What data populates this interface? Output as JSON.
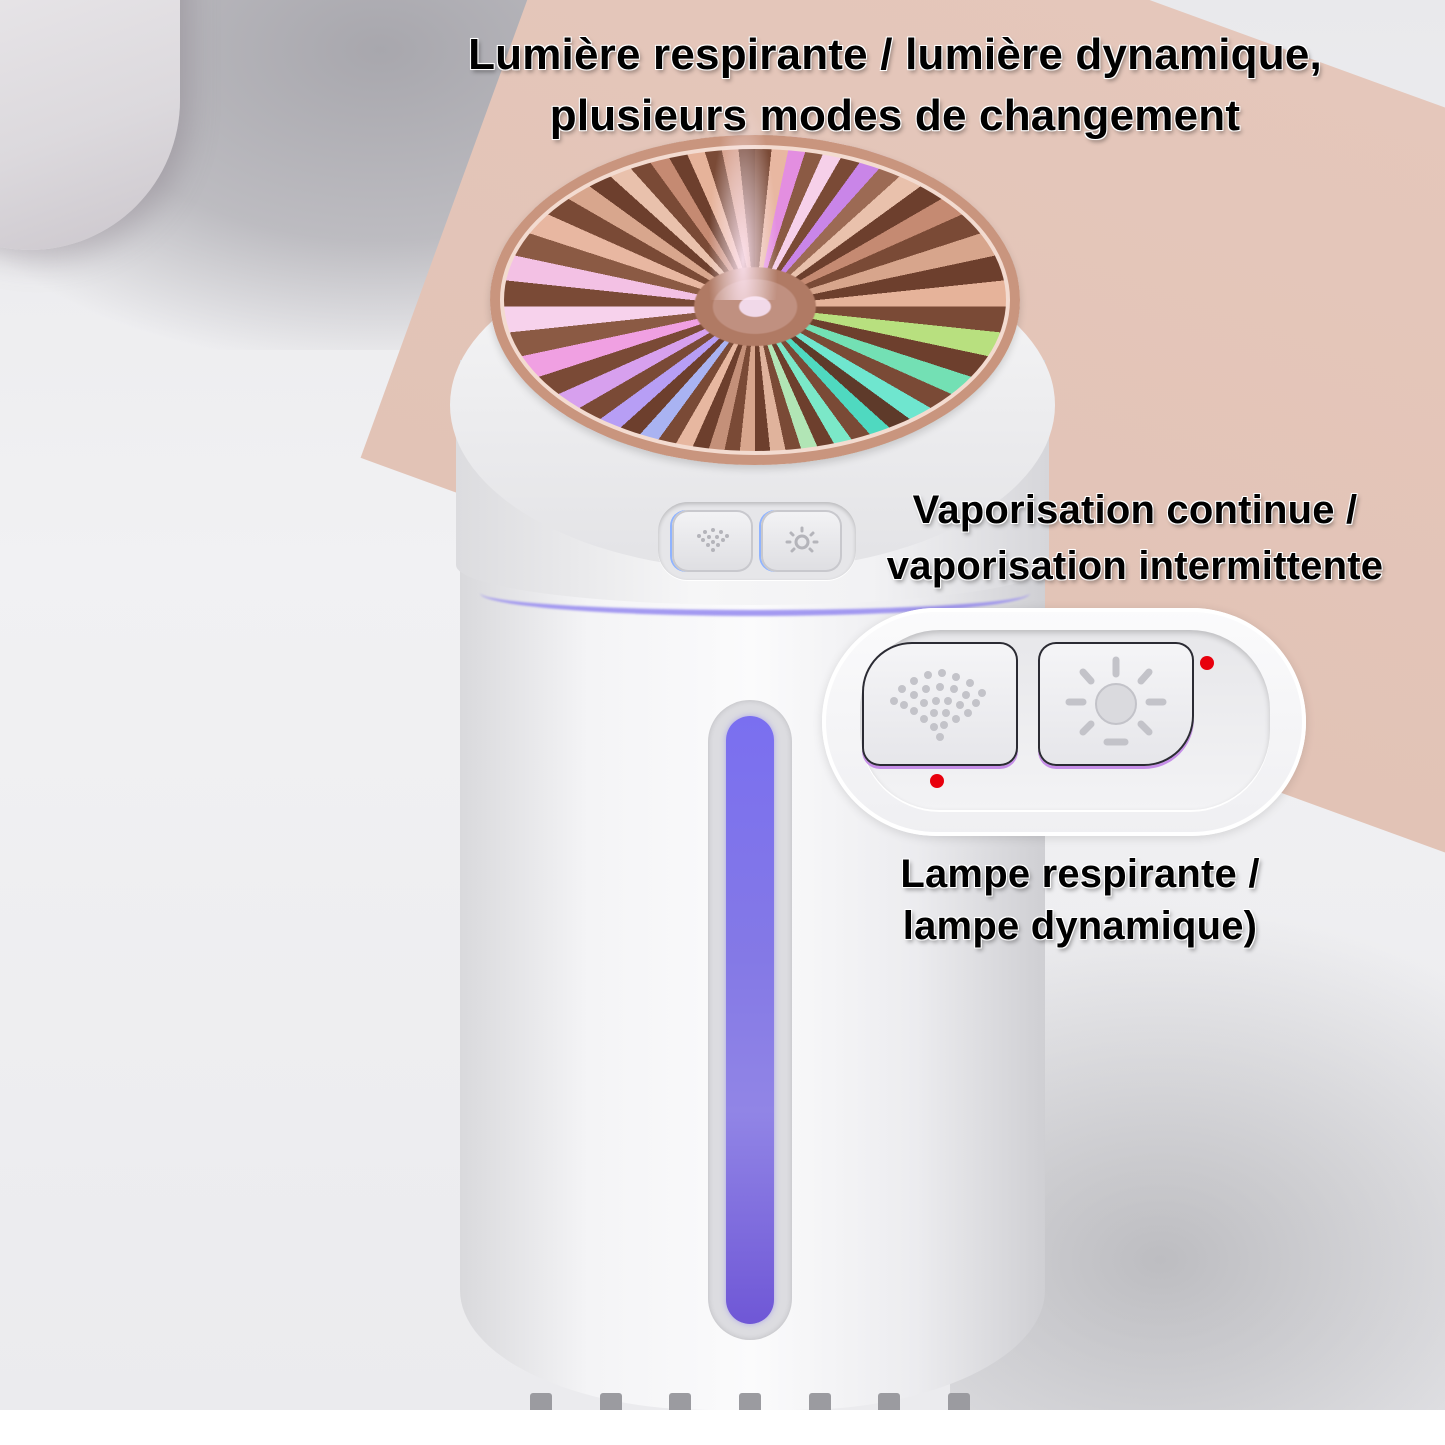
{
  "captions": {
    "top_line1": "Lumière respirante / lumière dynamique,",
    "top_line2": "plusieurs modes de changement",
    "mist_line1": "Vaporisation continue /",
    "mist_line2": "vaporisation intermittente",
    "lamp_line1": "Lampe respirante /",
    "lamp_line2": "lampe dynamique)"
  },
  "product": {
    "name": "humidifier",
    "buttons": [
      {
        "icon": "mist-spray-icon"
      },
      {
        "icon": "light-bulb-icon"
      }
    ],
    "indicator_color": "#7a6ff0",
    "grille_color": "#c09080",
    "marker_color": "#e8000d"
  }
}
